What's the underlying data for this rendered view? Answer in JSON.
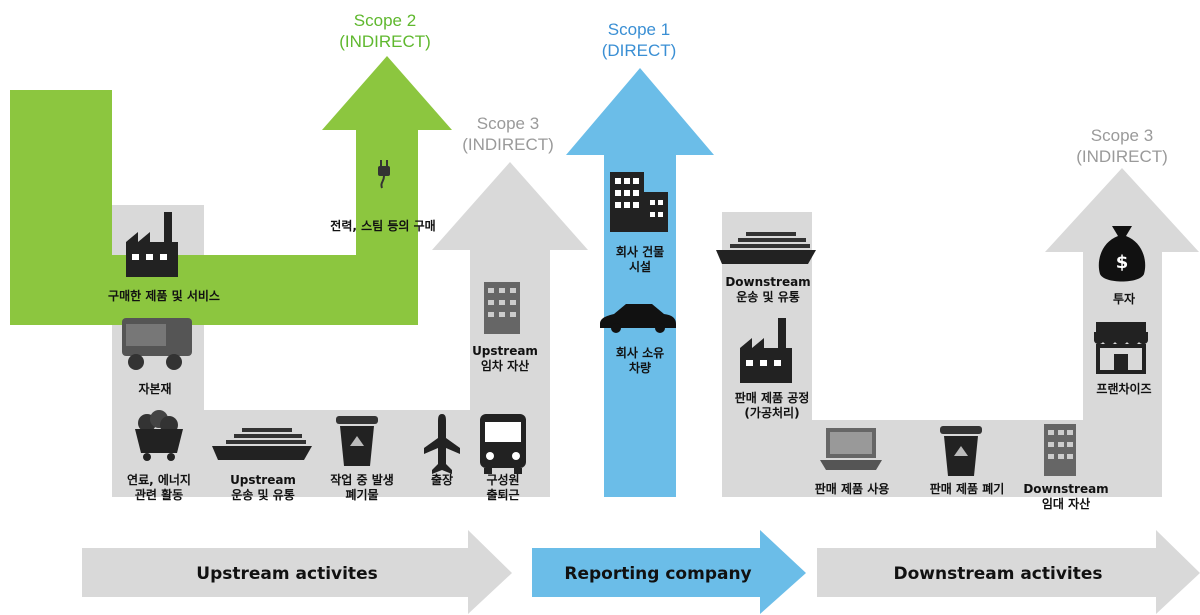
{
  "colors": {
    "scope1": "#6bbde8",
    "scope2": "#8cc63f",
    "scope3": "#d9d9d9",
    "scope1_text": "#3a8fd4",
    "scope2_text": "#5fb82e",
    "scope3_text": "#9a9a9a"
  },
  "scopes": {
    "scope2": {
      "name": "Scope 2",
      "kind": "(INDIRECT)"
    },
    "scope1": {
      "name": "Scope 1",
      "kind": "(DIRECT)"
    },
    "scope3_up": {
      "name": "Scope 3",
      "kind": "(INDIRECT)"
    },
    "scope3_down": {
      "name": "Scope 3",
      "kind": "(INDIRECT)"
    }
  },
  "upstream": {
    "purchased_goods": "구매한 제품 및 서비스",
    "capital_goods": "자본재",
    "fuel_energy": [
      "연료, 에너지",
      "관련 활동"
    ],
    "transport": [
      "Upstream",
      "운송 및 유통"
    ],
    "waste": [
      "작업 중 발생",
      "폐기물"
    ],
    "business_travel": "출장",
    "commuting": [
      "구성원",
      "출퇴근"
    ],
    "leased_assets": [
      "Upstream",
      "임차 자산"
    ]
  },
  "scope2_item": "전력, 스팀 등의 구매",
  "reporting": {
    "facilities": [
      "회사 건물",
      "시설"
    ],
    "vehicles": [
      "회사 소유",
      "차량"
    ]
  },
  "downstream": {
    "transport": [
      "Downstream",
      "운송 및 유통"
    ],
    "processing": [
      "판매 제품 공정",
      "(가공처리)"
    ],
    "use": "판매 제품 사용",
    "end_of_life": "판매 제품 폐기",
    "leased_assets": [
      "Downstream",
      "임대 자산"
    ],
    "investments": "투자",
    "franchises": "프랜차이즈"
  },
  "bottom": {
    "upstream": "Upstream activites",
    "reporting": "Reporting company",
    "downstream": "Downstream activites"
  }
}
